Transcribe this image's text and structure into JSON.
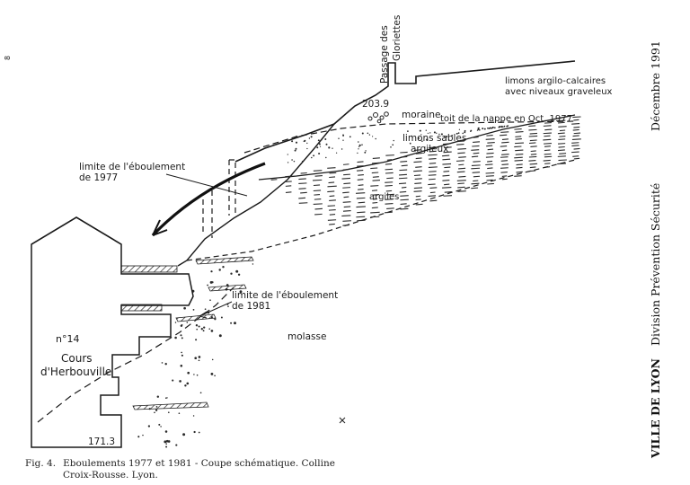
{
  "labels": {
    "page_mark": "8",
    "passage_l1": "Passage des",
    "passage_l2": "Gloriettes",
    "limons_calc_l1": "limons argilo-calcaires",
    "limons_calc_l2": "avec niveaux graveleux",
    "elevation_top": "203.9",
    "moraine": "moraine",
    "nappe": "toit de la nappe en Oct. 1977",
    "limons_sables_l1": "limons sables",
    "limons_sables_l2": "argileux",
    "limite1977_l1": "limite de l'éboulement",
    "limite1977_l2": "de 1977",
    "argiles": "argiles",
    "limite1981_l1": "limite de l'éboulement",
    "limite1981_l2": "de 1981",
    "molasse": "molasse",
    "building_no": "n°14",
    "building_street_l1": "Cours",
    "building_street_l2": "d'Herbouville",
    "elevation_bottom": "171.3"
  },
  "caption": {
    "fig": "Fig. 4.",
    "line1": "Eboulements 1977 et 1981 - Coupe schématique. Colline",
    "line2": "Croix-Rousse. Lyon."
  },
  "side": {
    "date": "Décembre 1991",
    "division": "Division Prévention Sécurité",
    "ville": "VILLE DE LYON"
  }
}
